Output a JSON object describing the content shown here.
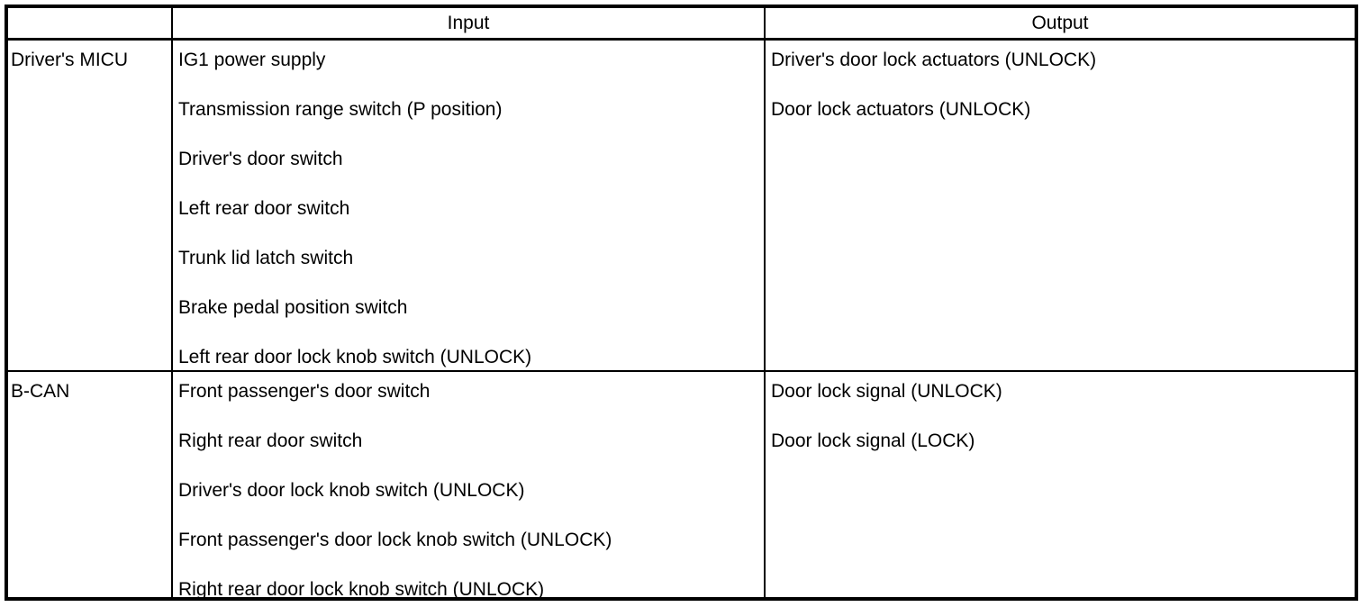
{
  "colors": {
    "border": "#000000",
    "background": "#ffffff",
    "text": "#000000"
  },
  "table": {
    "headers": {
      "source": "",
      "input": "Input",
      "output": "Output"
    },
    "rows": [
      {
        "source": "Driver's MICU",
        "inputs": [
          "IG1 power supply",
          "Transmission range switch (P position)",
          "Driver's door switch",
          "Left rear door switch",
          "Trunk lid latch switch",
          "Brake pedal position switch",
          "Left rear door lock knob switch (UNLOCK)"
        ],
        "outputs": [
          "Driver's door lock actuators (UNLOCK)",
          "Door lock actuators (UNLOCK)"
        ]
      },
      {
        "source": "B-CAN",
        "inputs": [
          "Front passenger's door switch",
          "Right rear door switch",
          "Driver's door lock knob switch (UNLOCK)",
          "Front passenger's door lock knob switch (UNLOCK)",
          "Right rear door lock knob switch (UNLOCK)"
        ],
        "outputs": [
          "Door lock signal (UNLOCK)",
          "Door lock signal (LOCK)"
        ]
      }
    ]
  }
}
